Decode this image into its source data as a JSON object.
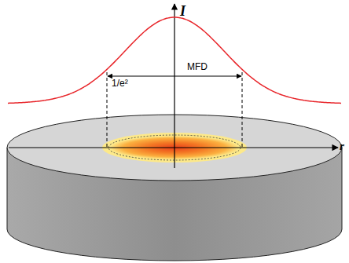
{
  "diagram": {
    "labels": [
      "I",
      "MFD",
      "1/e²",
      "r"
    ]
  }
}
